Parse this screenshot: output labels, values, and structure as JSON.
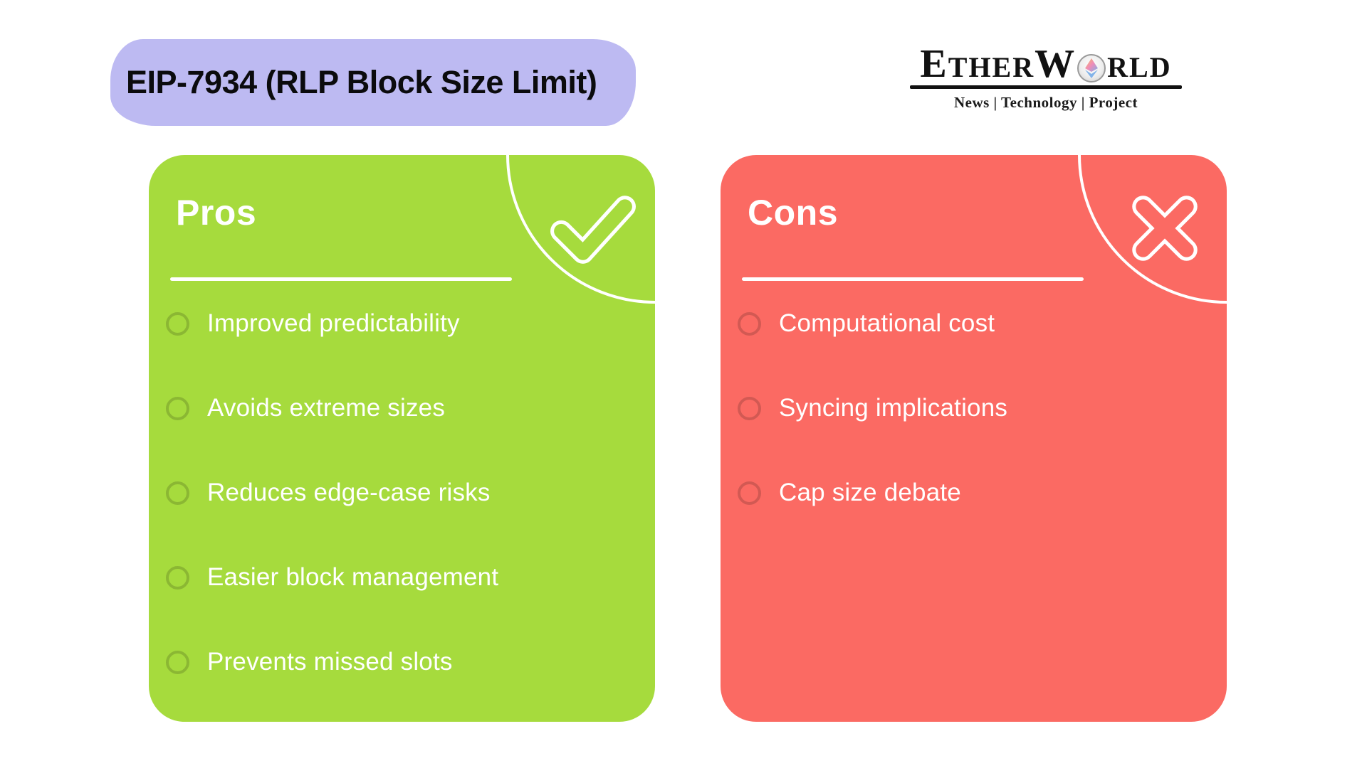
{
  "page": {
    "bg_color": "#ffffff"
  },
  "header": {
    "title_badge": {
      "text": "EIP-7934 (RLP Block Size Limit)",
      "bg_color": "#bdbaf2"
    },
    "logo": {
      "word_parts": {
        "e": "E",
        "ther": "THER",
        "w": "W",
        "rld": "RLD"
      },
      "tagline": "News | Technology | Project"
    }
  },
  "cards": {
    "pros": {
      "title": "Pros",
      "bg_color": "#a6db3d",
      "icon": "check-icon",
      "items": [
        "Improved predictability",
        "Avoids extreme sizes",
        "Reduces edge-case risks",
        "Easier block management",
        "Prevents missed slots"
      ]
    },
    "cons": {
      "title": "Cons",
      "bg_color": "#fb6a63",
      "icon": "x-icon",
      "items": [
        "Computational cost",
        "Syncing implications",
        "Cap size debate"
      ]
    }
  }
}
